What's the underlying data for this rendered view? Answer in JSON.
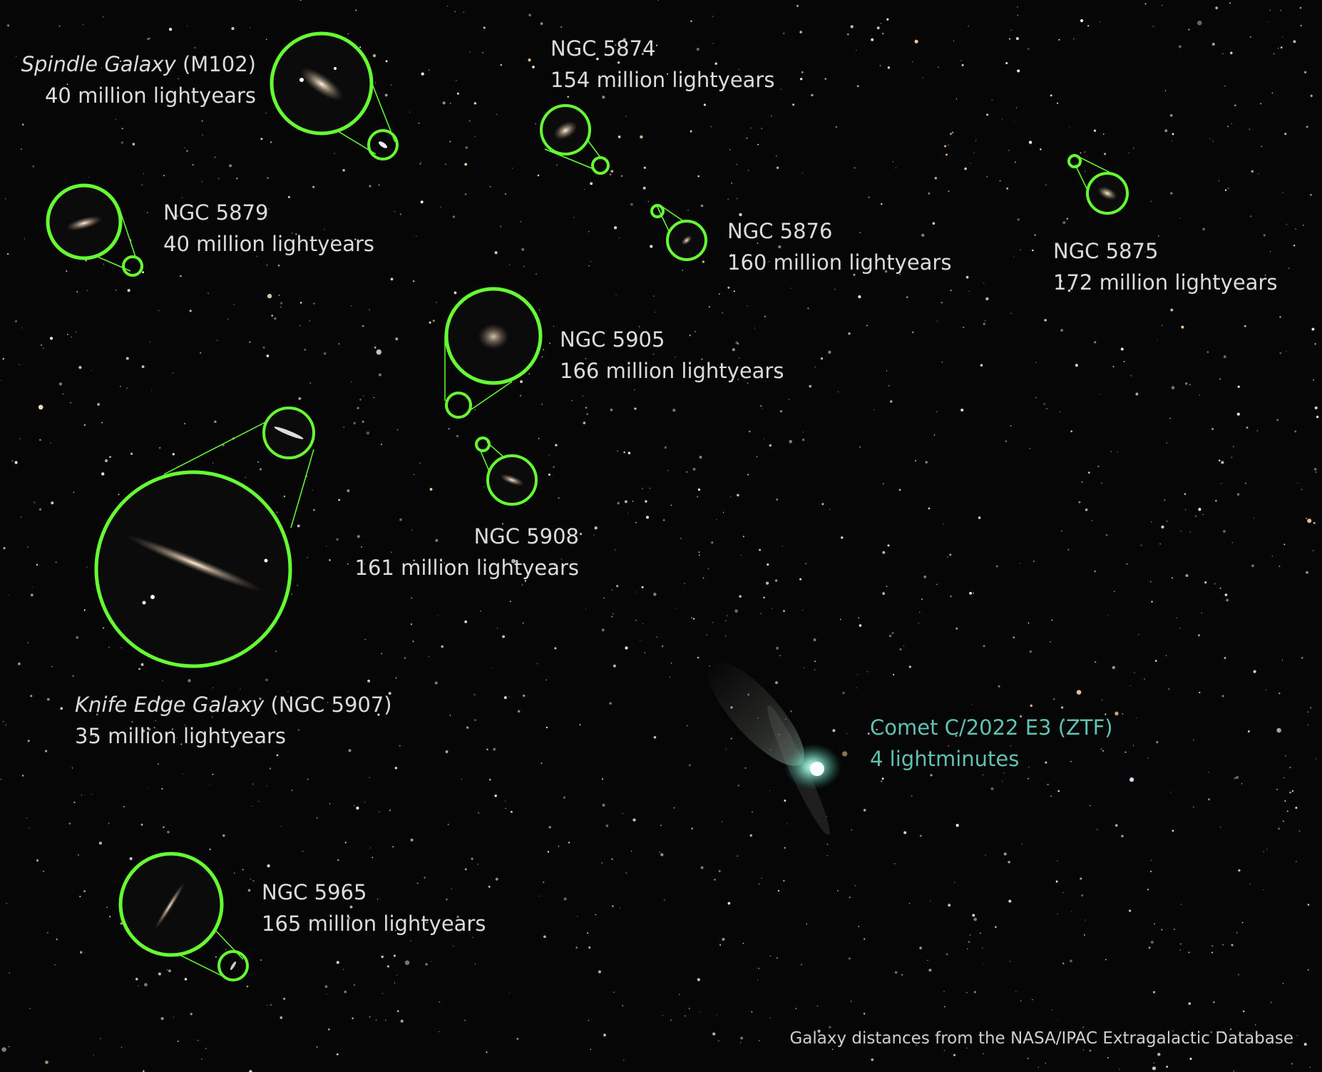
{
  "labels": {
    "spindle": {
      "name": "Spindle Galaxy",
      "id": "(M102)",
      "distance": "40 million lightyears"
    },
    "ngc5874": {
      "name": "NGC 5874",
      "distance": "154 million lightyears"
    },
    "ngc5879": {
      "name": "NGC 5879",
      "distance": "40 million lightyears"
    },
    "ngc5876": {
      "name": "NGC 5876",
      "distance": "160 million lightyears"
    },
    "ngc5875": {
      "name": "NGC 5875",
      "distance": "172 million lightyears"
    },
    "ngc5905": {
      "name": "NGC 5905",
      "distance": "166 million lightyears"
    },
    "ngc5908": {
      "name": "NGC 5908",
      "distance": "161 million lightyears"
    },
    "knife": {
      "name": "Knife Edge Galaxy",
      "id": "(NGC 5907)",
      "distance": "35 million lightyears"
    },
    "ngc5965": {
      "name": "NGC 5965",
      "distance": "165 million lightyears"
    },
    "comet": {
      "name": "Comet C/2022 E3 (ZTF)",
      "distance": "4 lightminutes"
    }
  },
  "credit": "Galaxy distances from the NASA/IPAC Extragalactic Database",
  "colors": {
    "marker": "#66ff33",
    "comet_text": "#5fc2b3",
    "label_text": "#dcdcdc"
  }
}
